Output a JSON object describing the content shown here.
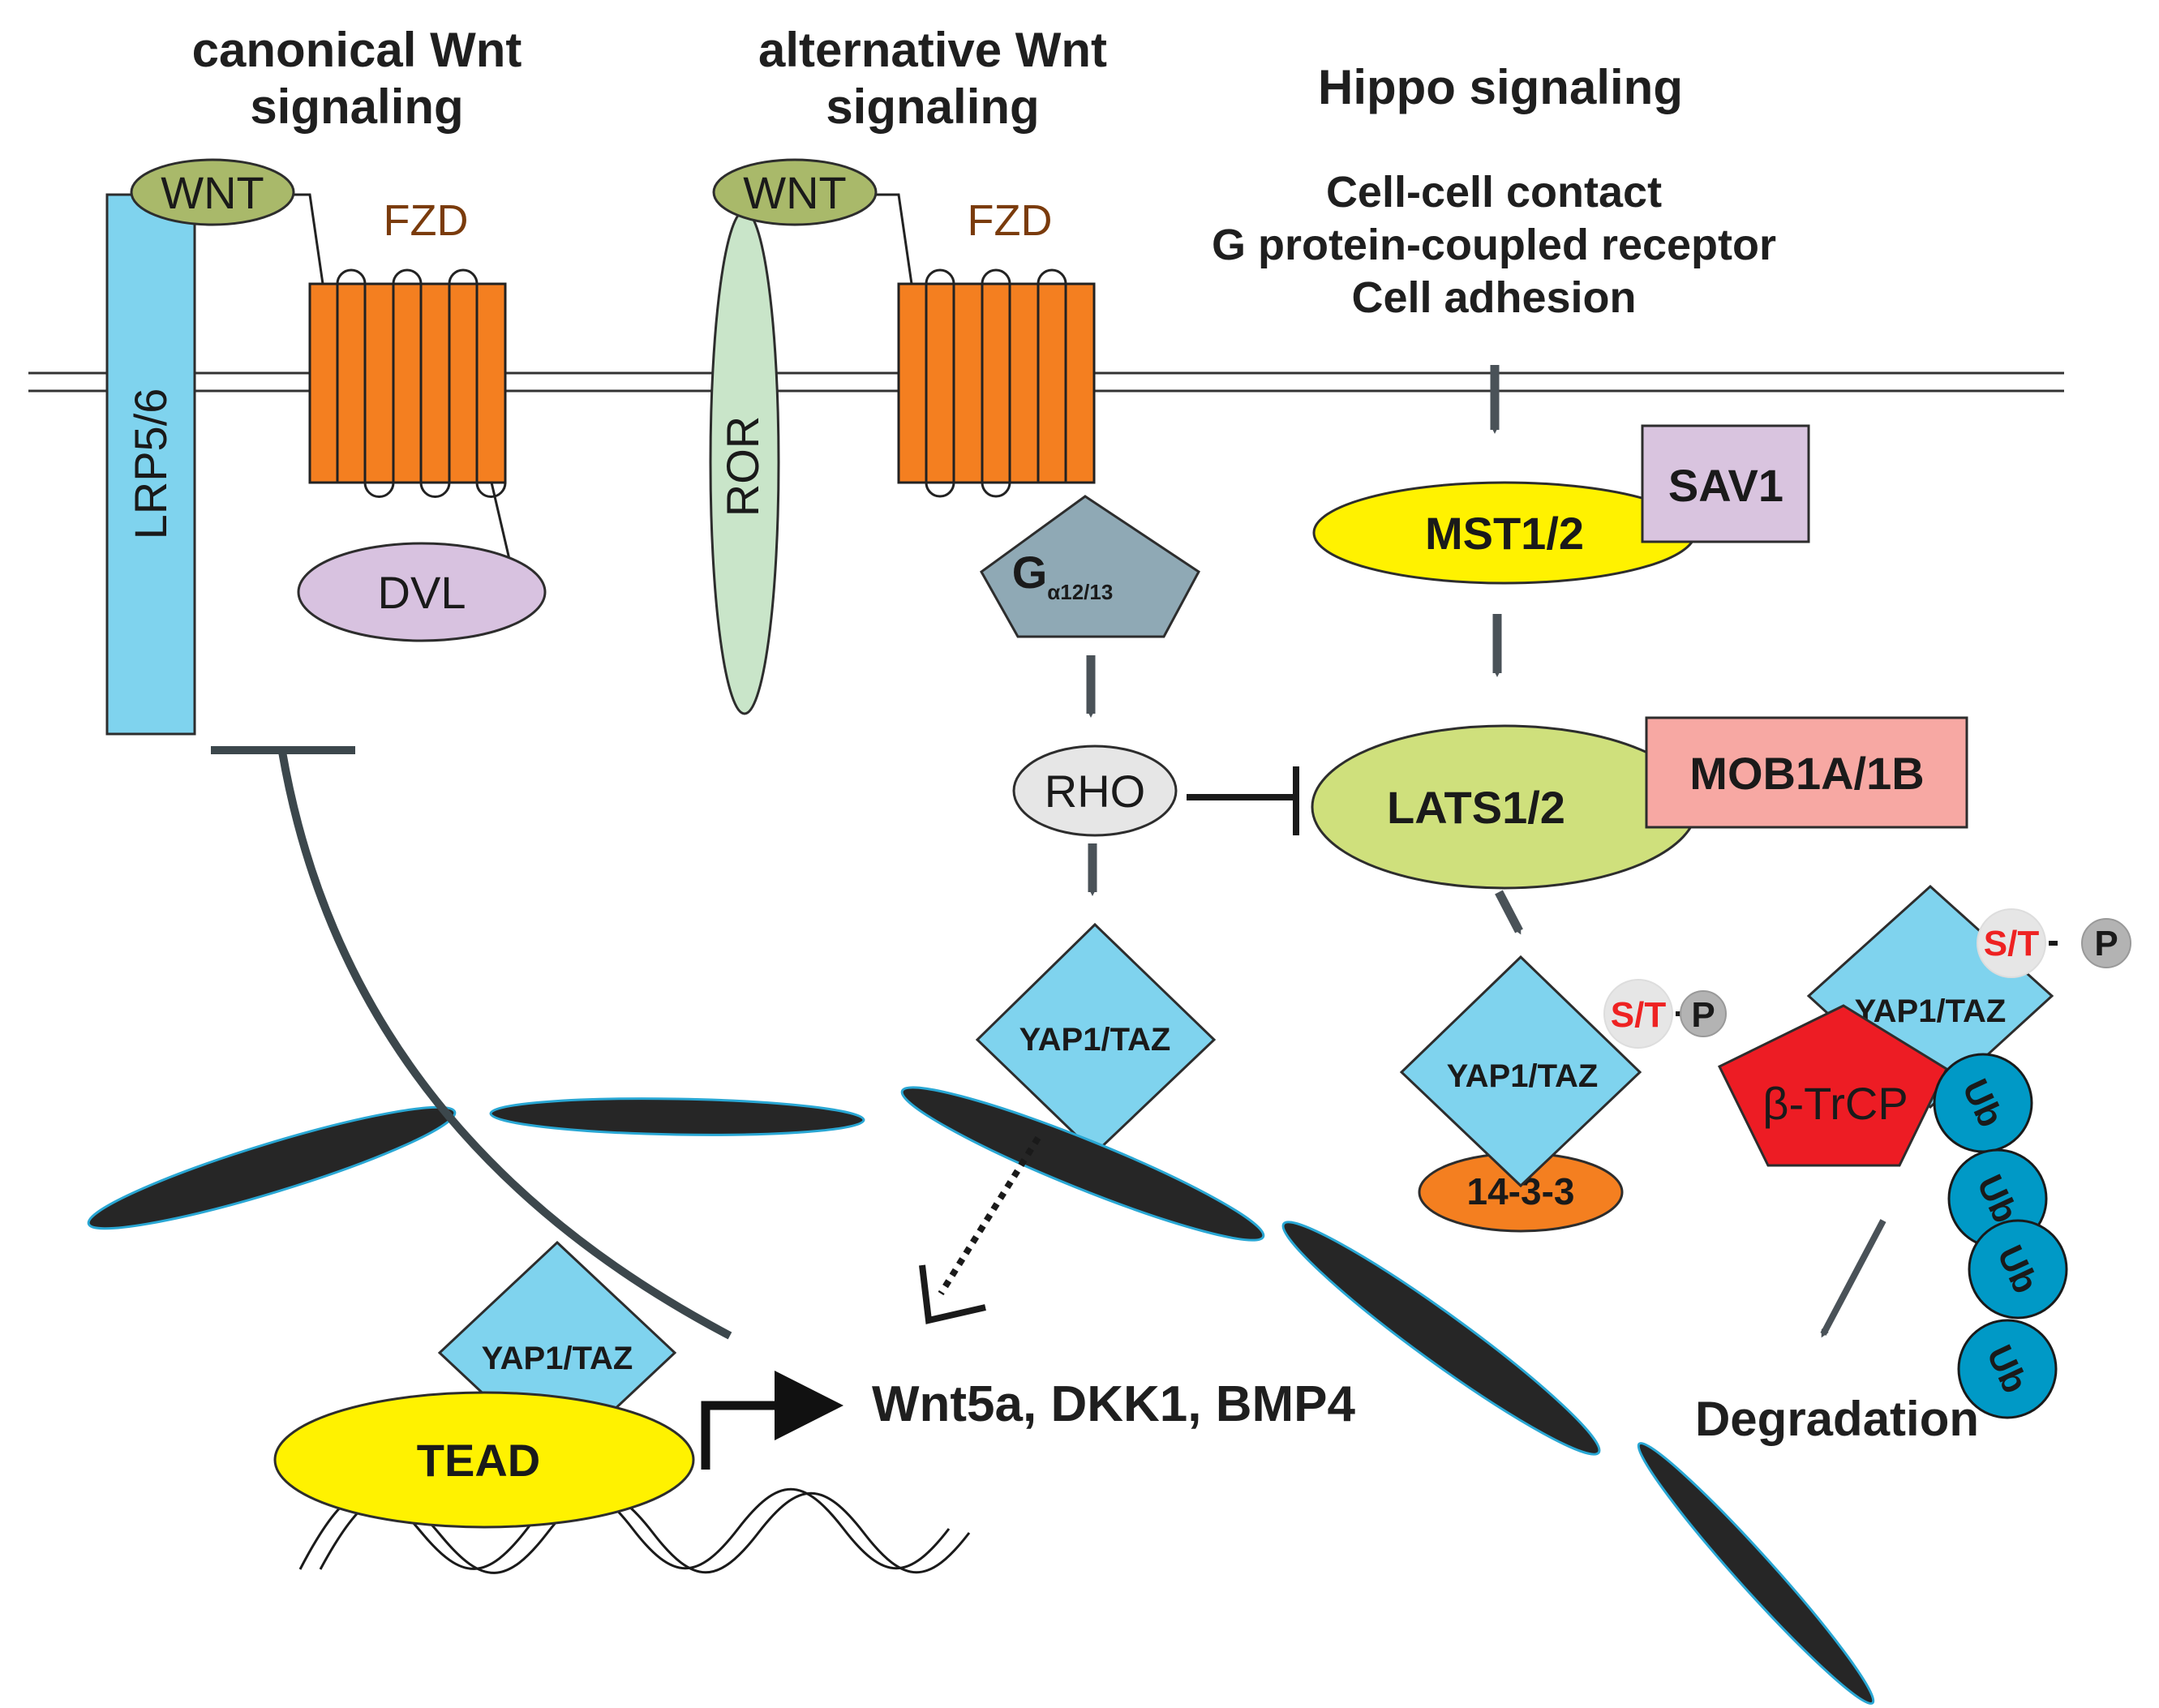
{
  "headers": {
    "canonical": [
      "canonical Wnt",
      "signaling"
    ],
    "alternative": [
      "alternative Wnt",
      "signaling"
    ],
    "hippo": "Hippo signaling"
  },
  "upstream_inputs": [
    "Cell-cell contact",
    "G protein-coupled receptor",
    "Cell adhesion"
  ],
  "labels": {
    "wnt": "WNT",
    "fzd": "FZD",
    "lrp": "LRP5/6",
    "dvl": "DVL",
    "ror": "ROR",
    "g_main": "G",
    "g_sub": "α12/13",
    "rho": "RHO",
    "mst": "MST1/2",
    "sav": "SAV1",
    "lats": "LATS1/2",
    "mob": "MOB1A/1B",
    "yap": "YAP1/TAZ",
    "st": "S/T",
    "p": "P",
    "protein1433": "14-3-3",
    "btrcp": "β-TrCP",
    "ub": "Ub",
    "degradation": "Degradation",
    "tead": "TEAD",
    "targets": "Wnt5a, DKK1, BMP4"
  },
  "colors": {
    "membrane": "#333333",
    "fzd": "#f47f20",
    "wnt": "#a9b96a",
    "lrp": "#7fd3ee",
    "dvl": "#d8c2e0",
    "ror": "#c9e5c9",
    "g_protein": "#8fa9b5",
    "rho": "#e6e6e6",
    "mst": "#fff200",
    "sav": "#d9c4df",
    "lats": "#cfe07c",
    "mob": "#f7a8a3",
    "yap": "#7fd3ee",
    "protein1433": "#f47f20",
    "btrcp": "#ed1c24",
    "ub": "#0099c6",
    "tead": "#fff200",
    "arrow": "#4a5258",
    "nuclear_envelope": "#262626",
    "st_text": "#ee2222"
  }
}
